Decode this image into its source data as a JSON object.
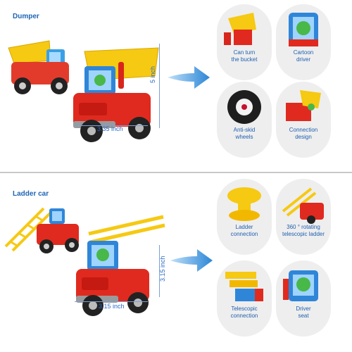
{
  "sections": [
    {
      "title": "Dumper",
      "dimensions": {
        "width": "3.35 inch",
        "height": "5 inch"
      },
      "features": [
        {
          "line1": "Can turn",
          "line2": "the bucket"
        },
        {
          "line1": "Cartoon",
          "line2": "driver"
        },
        {
          "line1": "Anti-skid",
          "line2": "wheels"
        },
        {
          "line1": "Connection",
          "line2": "design"
        }
      ]
    },
    {
      "title": "Ladder car",
      "dimensions": {
        "width": "3.15 inch",
        "height": "3.15 inch"
      },
      "features": [
        {
          "line1": "Ladder",
          "line2": "connection"
        },
        {
          "line1": "360 ° rotating",
          "line2": "telescopic ladder"
        },
        {
          "line1": "Telescopic",
          "line2": "connection"
        },
        {
          "line1": "Driver",
          "line2": "seat"
        }
      ]
    }
  ],
  "icons": {
    "arrow": "right-arrow-icon",
    "truck": "toy-truck-icon"
  }
}
